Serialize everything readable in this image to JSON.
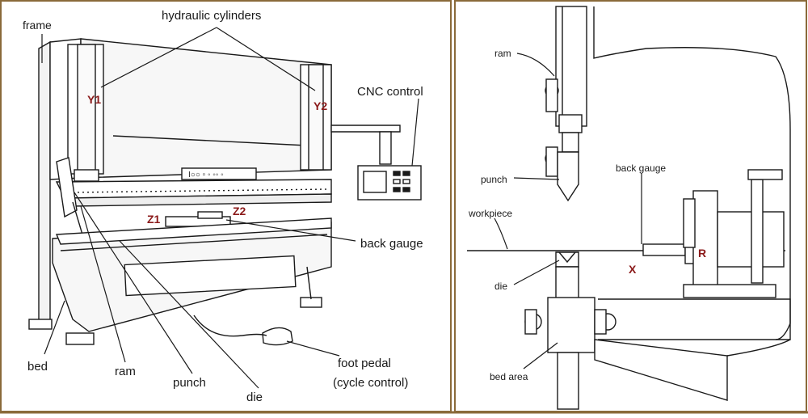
{
  "left_panel": {
    "labels": {
      "frame": "frame",
      "hydraulic_cylinders": "hydraulic cylinders",
      "y1": "Y1",
      "y2": "Y2",
      "cnc_control": "CNC control",
      "z1": "Z1",
      "z2": "Z2",
      "back_gauge": "back gauge",
      "bed": "bed",
      "ram": "ram",
      "punch": "punch",
      "die": "die",
      "foot_pedal_line1": "foot pedal",
      "foot_pedal_line2": "(cycle control)"
    }
  },
  "right_panel": {
    "labels": {
      "ram": "ram",
      "punch": "punch",
      "back_gauge": "back gauge",
      "workpiece": "workpiece",
      "die": "die",
      "bed_area": "bed area",
      "x": "X",
      "r": "R"
    }
  },
  "colors": {
    "line": "#1a1a1a",
    "accent_red": "#8b1a1a",
    "border": "#8a6a3a"
  }
}
